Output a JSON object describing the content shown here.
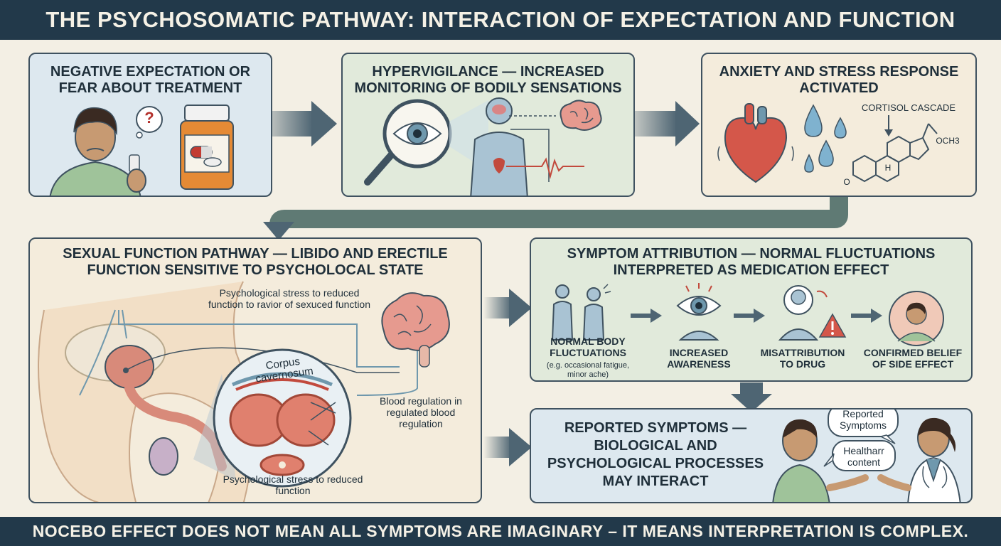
{
  "header": {
    "title": "THE PSYCHOSOMATIC PATHWAY: INTERACTION OF EXPECTATION AND FUNCTION"
  },
  "panels": {
    "expectation": {
      "title": "NEGATIVE EXPECTATION OR FEAR ABOUT TREATMENT",
      "question_mark": "?"
    },
    "hypervigilance": {
      "title": "HYPERVIGILANCE — INCREASED MONITORING OF BODILY SENSATIONS"
    },
    "anxiety": {
      "title": "ANXIETY AND STRESS RESPONSE ACTIVATED",
      "cortisol_label": "CORTISOL CASCADE",
      "och3": "OCH3",
      "o_label": "O",
      "h_label": "H"
    },
    "sexual": {
      "title": "SEXUAL FUNCTION PATHWAY — LIBIDO AND ERECTILE FUNCTION SENSITIVE TO PSYCHOLOCAL STATE",
      "label_top": "Psychological stress to reduced function to ravior of sexuced function",
      "label_corpus": "Corpus cavernosum",
      "label_blood": "Blood regulation in regulated blood regulation",
      "label_bottom": "Psychological stress to reduced function"
    },
    "attribution": {
      "title": "SYMPTOM ATTRIBUTION — NORMAL FLUCTUATIONS INTERPRETED AS MEDICATION EFFECT",
      "steps": [
        {
          "label": "NORMAL BODY FLUCTUATIONS",
          "sub": "(e.g. occasional fatigue, minor ache)"
        },
        {
          "label": "INCREASED AWARENESS",
          "sub": ""
        },
        {
          "label": "MISATTRIBUTION TO DRUG",
          "sub": ""
        },
        {
          "label": "CONFIRMED BELIEF OF SIDE EFFECT",
          "sub": ""
        }
      ]
    },
    "reported": {
      "title": "REPORTED SYMPTOMS — BIOLOGICAL AND PSYCHOLOGICAL PROCESSES MAY INTERACT",
      "bubble_patient": "Reported Symptoms",
      "bubble_doctor": "Healtharr content"
    }
  },
  "footer": {
    "text": "NOCEBO EFFECT DOES NOT MEAN ALL SYMPTOMS ARE IMAGINARY – IT MEANS INTERPRETATION IS COMPLEX."
  },
  "colors": {
    "banner": "#22394a",
    "panel_blue": "#dde8ef",
    "panel_green": "#e1eadb",
    "panel_cream": "#f4ecdc",
    "arrow": "#4e6573"
  }
}
